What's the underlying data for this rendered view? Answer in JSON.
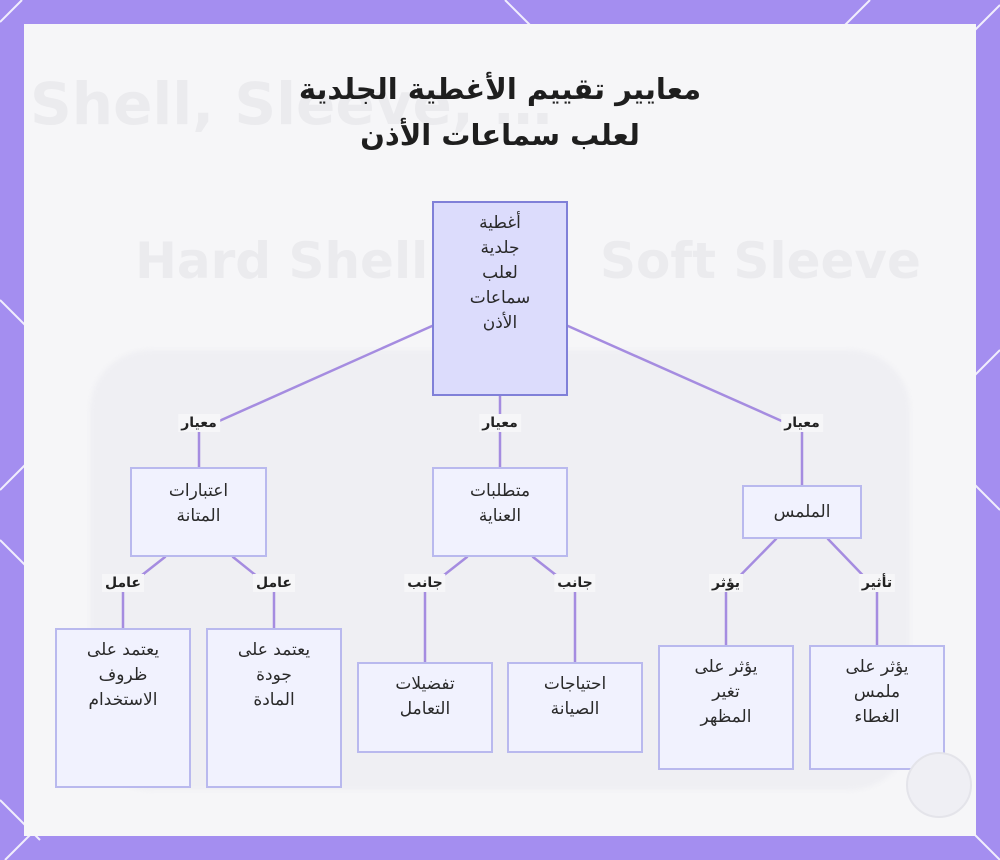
{
  "diagram": {
    "title_line1": "معايير تقييم الأغطية الجلدية",
    "title_line2": "لعلب سماعات الأذن",
    "background_words": [
      "Hard Shell",
      "Soft Sleeve",
      "Shell, Sleeve, …"
    ],
    "nodes": {
      "root": "أغطية\nجلدية\nلعلب\nسماعات\nالأذن",
      "durability": "اعتبارات\nالمتانة",
      "care": "متطلبات\nالعناية",
      "touch": "الملمس",
      "usage_conditions": "يعتمد على\nظروف\nالاستخدام",
      "material_quality": "يعتمد على\nجودة\nالمادة",
      "handling_prefs": "تفضيلات\nالتعامل",
      "maintenance_needs": "احتياجات\nالصيانة",
      "appearance_change": "يؤثر على\nتغير\nالمظهر",
      "cover_feel": "يؤثر على\nملمس\nالغطاء"
    },
    "edge_labels": {
      "criterion_left": "معيار",
      "criterion_mid": "معيار",
      "criterion_right": "معيار",
      "factor_1": "عامل",
      "factor_2": "عامل",
      "aspect_1": "جانب",
      "aspect_2": "جانب",
      "affects": "يؤثر",
      "influence": "تأثير"
    },
    "colors": {
      "frame": "#a48ef0",
      "edge": "#a58ce0",
      "node_fill": "#f1f2fe",
      "node_border": "#b9b9ee",
      "root_fill": "#dcdcfc",
      "root_border": "#8080d8"
    }
  }
}
